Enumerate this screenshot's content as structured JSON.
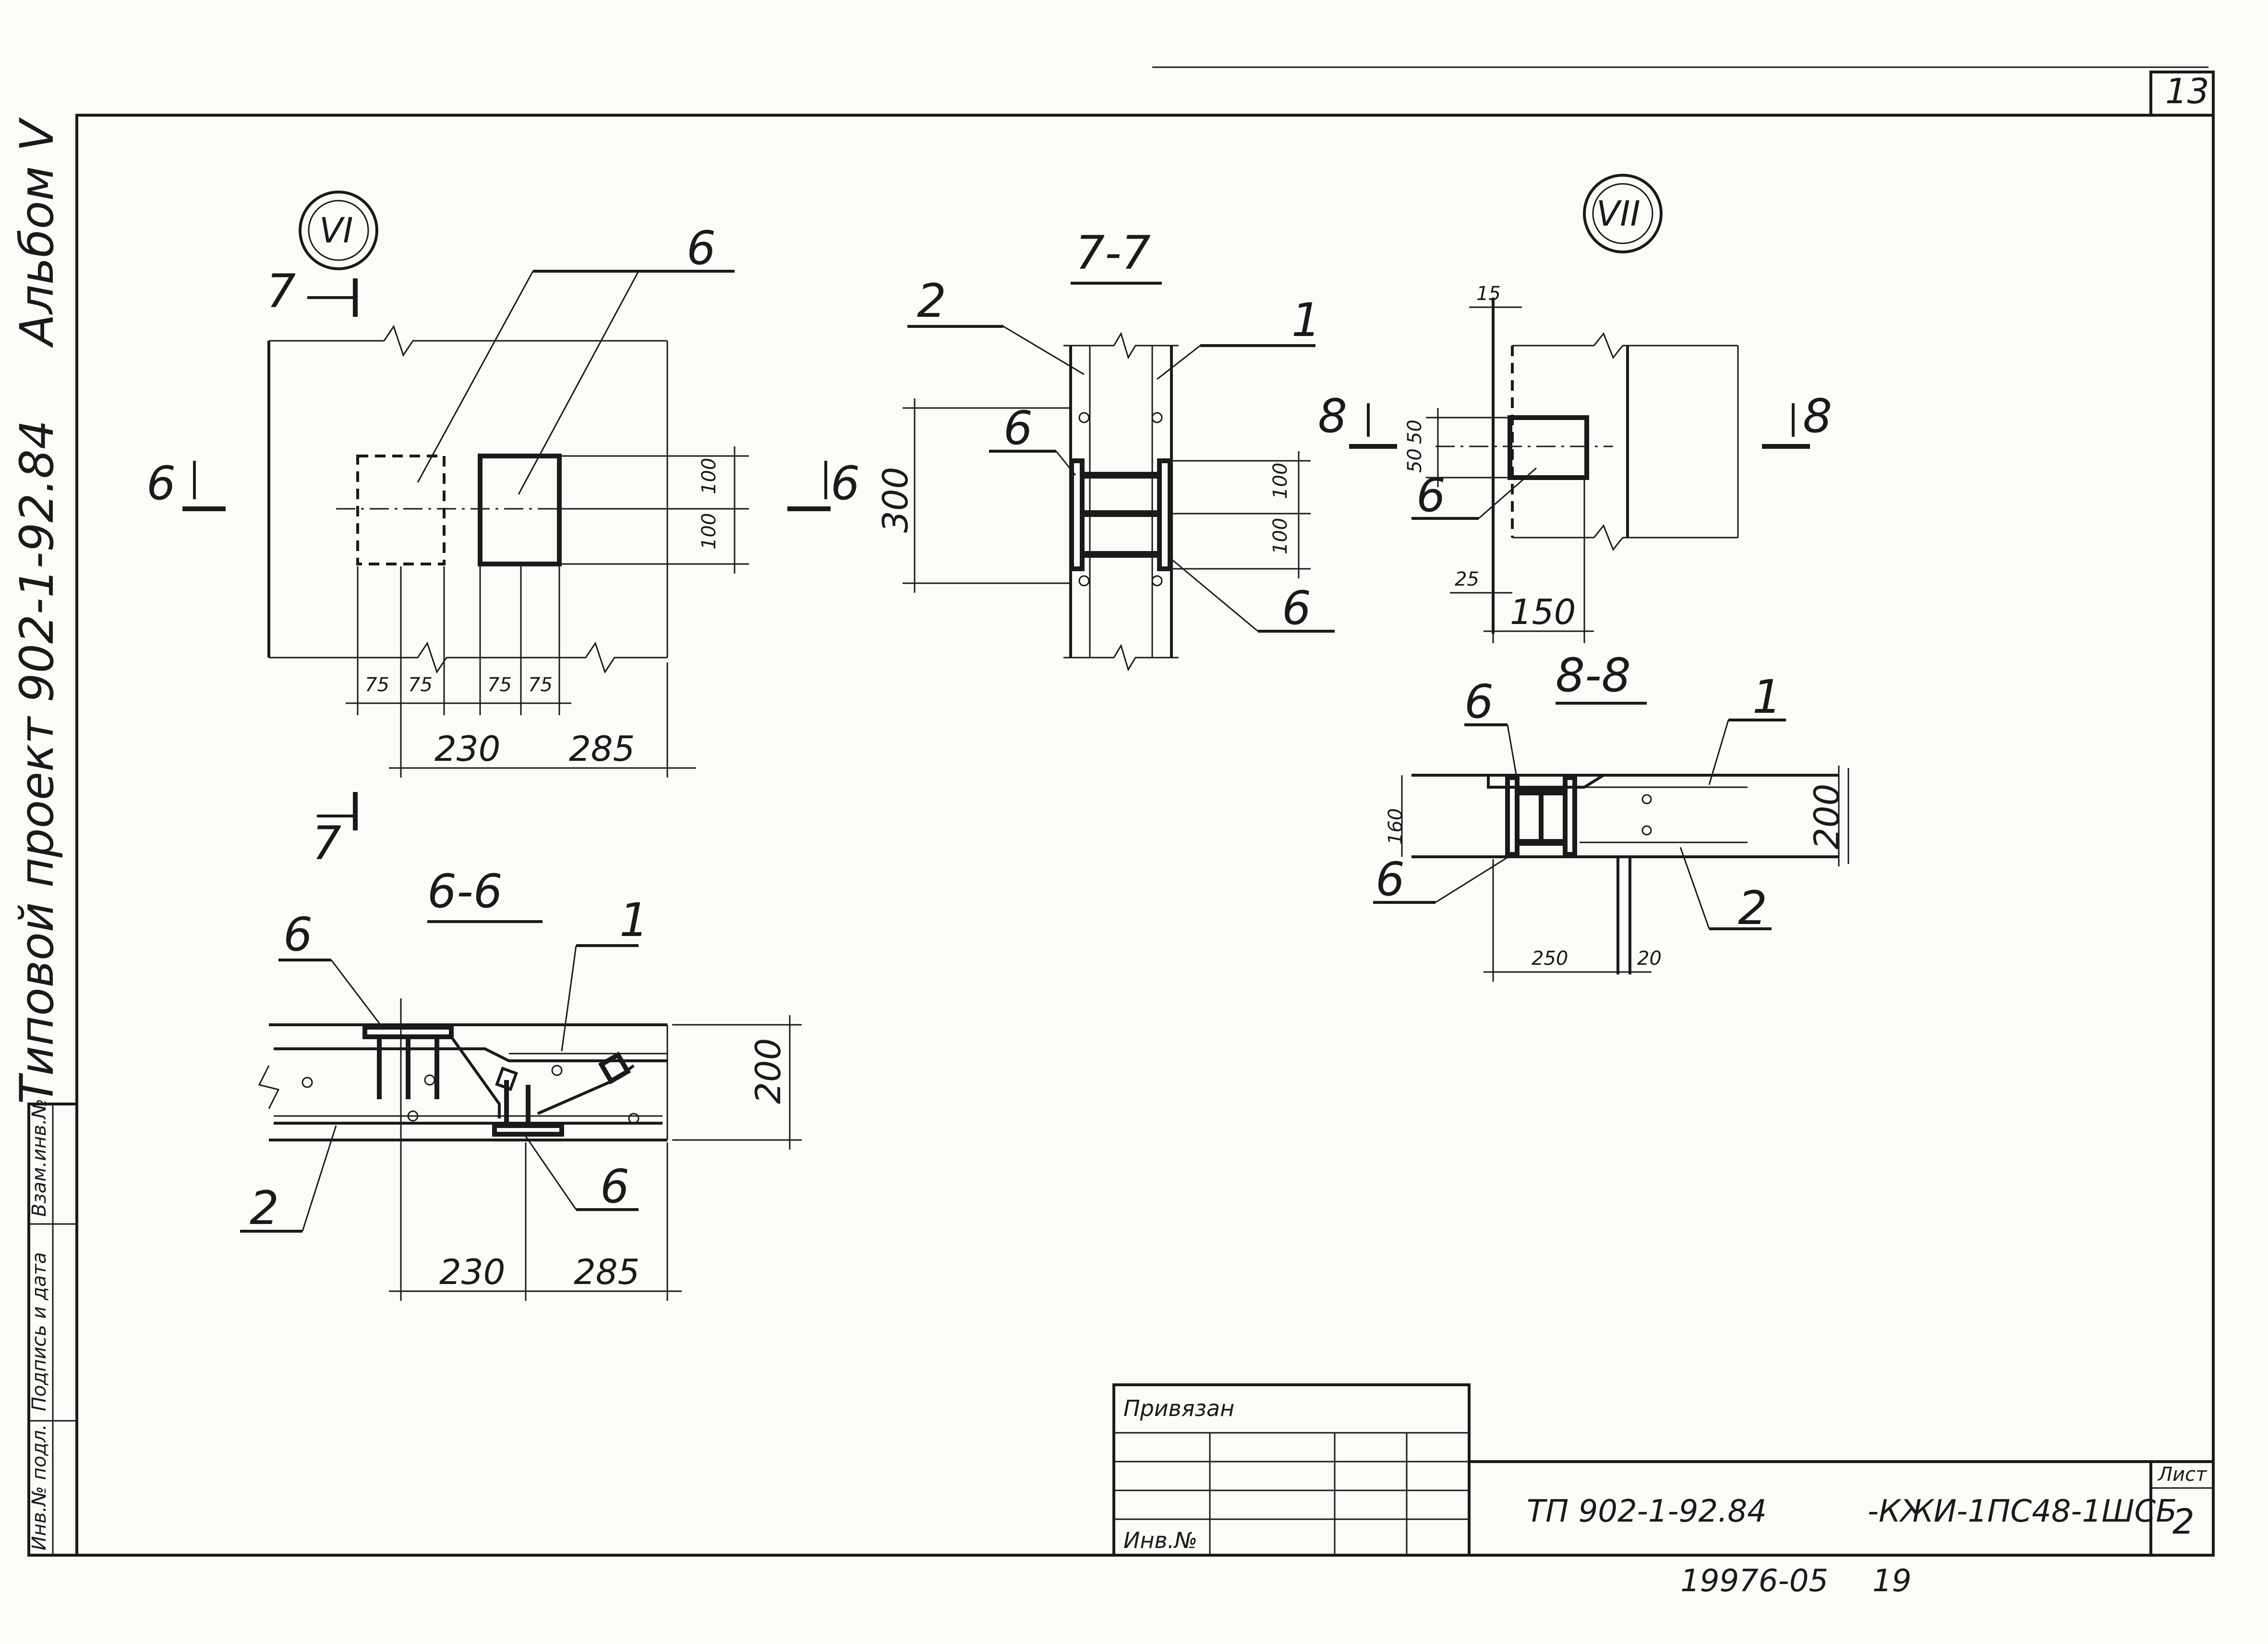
{
  "sheet": {
    "page_number": "13",
    "album": "Альбом V",
    "project": "Типовой проект 902-1-92.84",
    "side_stamp": [
      "Инв.№ подл.",
      "Подпись и дата",
      "Взам.инв.№"
    ],
    "inventory_number": "19976-05",
    "inventory_suffix": "19"
  },
  "title_block": {
    "privyazan": "Привязан",
    "inv_label": "Инв.№",
    "code_a": "ТП 902-1-92.84",
    "code_b": "-КЖИ-1ПС48-1ШСБ",
    "sheet_label": "Лист",
    "sheet_number": "2"
  },
  "node_VI": {
    "marker": "VI",
    "section_7": "7",
    "section_6": "6",
    "callout": "6",
    "dims_vertical": [
      "100",
      "100"
    ],
    "dims_small": [
      "75",
      "75",
      "75",
      "75"
    ],
    "dims_large": [
      "230",
      "285"
    ]
  },
  "section_7_7": {
    "title": "7-7",
    "labels": [
      "2",
      "1",
      "6",
      "6"
    ],
    "dim_total": "300",
    "dims_vertical": [
      "100",
      "100"
    ]
  },
  "node_VII": {
    "marker": "VII",
    "section_8": "8",
    "callout": "6",
    "dim_top": "15",
    "dims_vertical": [
      "50",
      "50"
    ],
    "dim_25": "25",
    "dim_150": "150"
  },
  "section_8_8": {
    "title": "8-8",
    "labels": [
      "6",
      "1",
      "6",
      "2"
    ],
    "dim_160": "160",
    "dim_200": "200",
    "dim_250": "250",
    "dim_20": "20"
  },
  "section_6_6": {
    "title": "6-6",
    "labels": [
      "6",
      "1",
      "2",
      "6"
    ],
    "dim_200": "200",
    "dims": [
      "230",
      "285"
    ]
  }
}
